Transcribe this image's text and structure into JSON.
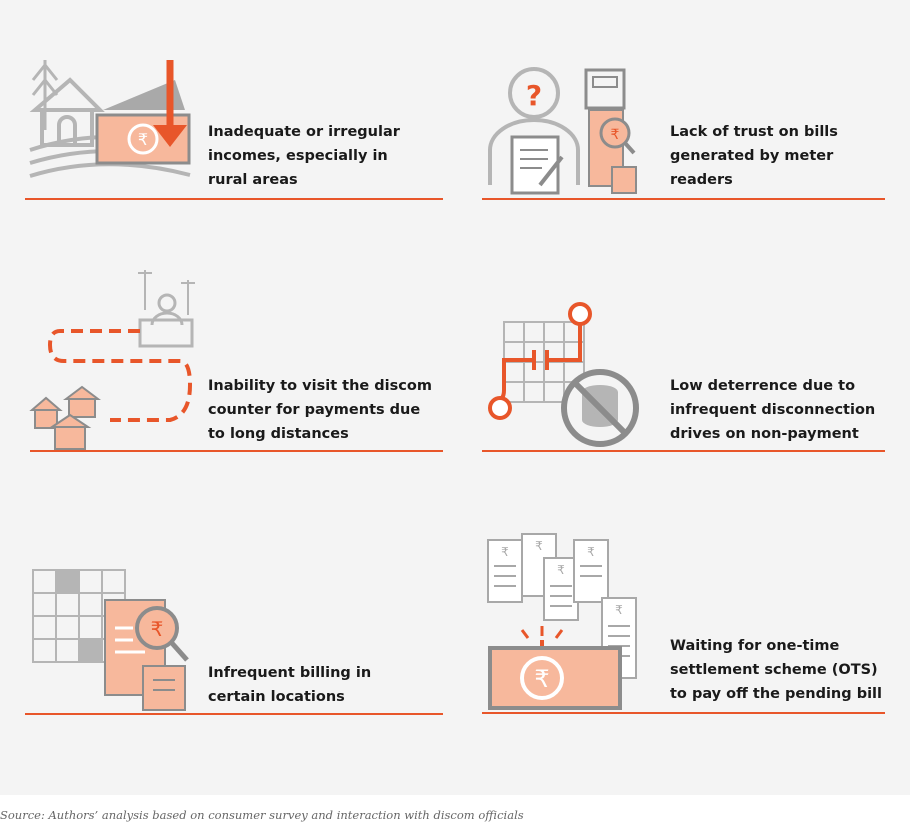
{
  "items": [
    {
      "lines": [
        "Inadequate or irregular",
        "incomes, especially in",
        "rural areas"
      ],
      "icon": "income-decline-icon"
    },
    {
      "lines": [
        "Lack of trust on bills",
        "generated by meter",
        "readers"
      ],
      "icon": "meter-reader-doubt-icon"
    },
    {
      "lines": [
        "Inability to visit the discom",
        "counter for payments due",
        "to long distances"
      ],
      "icon": "distance-to-counter-icon"
    },
    {
      "lines": [
        "Low deterrence due to",
        "infrequent disconnection",
        "drives on non-payment"
      ],
      "icon": "no-disconnection-icon"
    },
    {
      "lines": [
        "Infrequent billing in",
        "certain locations"
      ],
      "icon": "infrequent-billing-icon"
    },
    {
      "lines": [
        "Waiting for one-time",
        "settlement scheme (OTS)",
        "to pay off the pending bill"
      ],
      "icon": "ots-wait-icon"
    }
  ],
  "source": "Source: Authors’ analysis based on consumer survey and interaction with discom officials",
  "colors": {
    "accent": "#e8562a",
    "peach": "#f7b89c",
    "grey": "#a8a8a8",
    "panel": "#f4f4f4"
  }
}
